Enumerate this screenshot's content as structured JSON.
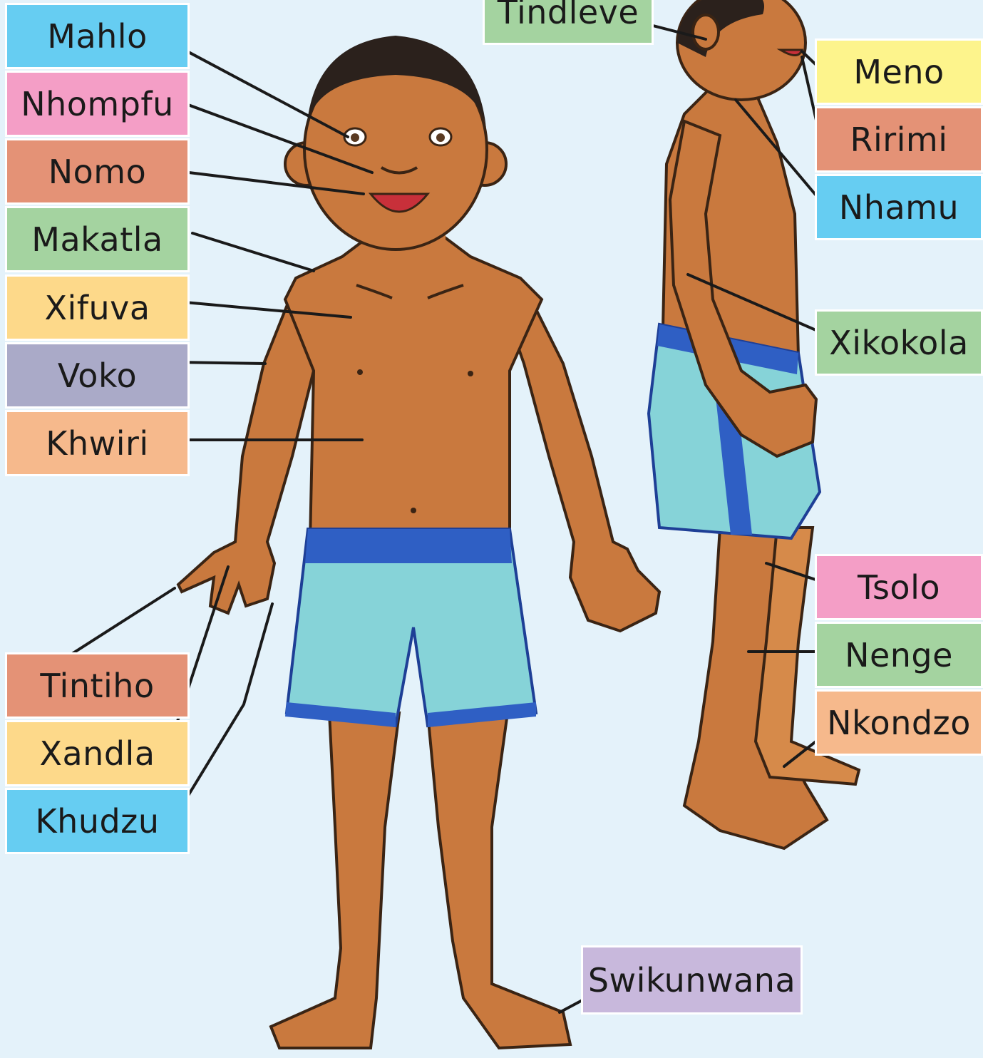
{
  "labels": {
    "mahlo": "Mahlo",
    "nhompfu": "Nhompfu",
    "nomo": "Nomo",
    "makatla": "Makatla",
    "xifuva": "Xifuva",
    "voko": "Voko",
    "khwiri": "Khwiri",
    "tintiho": "Tintiho",
    "xandla": "Xandla",
    "khudzu": "Khudzu",
    "tindleve": "Tindleve",
    "meno": "Meno",
    "ririmi": "Ririmi",
    "nhamu": "Nhamu",
    "xikokola": "Xikokola",
    "tsolo": "Tsolo",
    "nenge": "Nenge",
    "nkondzo": "Nkondzo",
    "swikunwana": "Swikunwana"
  },
  "colors": {
    "background": "#e4f2fa",
    "blue": "#66cdf2",
    "pink": "#f49ec6",
    "salmon": "#e49276",
    "green": "#a4d3a0",
    "yellow": "#fdd98a",
    "lavender": "#aaaac8",
    "peach": "#f6b98c",
    "bright_yellow": "#fdf48c",
    "light_purple": "#c8b8dc"
  }
}
